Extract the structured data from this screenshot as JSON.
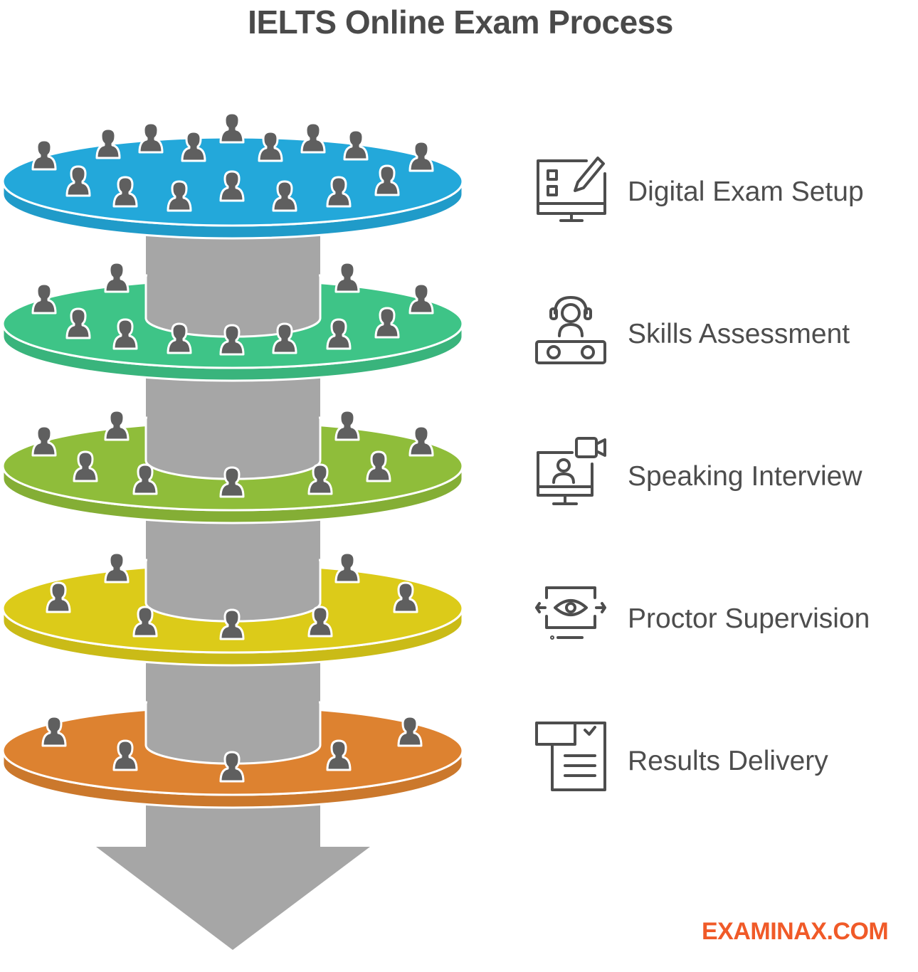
{
  "title": "IELTS Online Exam Process",
  "stages": [
    {
      "label": "Digital Exam Setup",
      "color": "#23a8da",
      "icon": "monitor-pen-icon"
    },
    {
      "label": "Skills Assessment",
      "color": "#3ec487",
      "icon": "headset-user-icon"
    },
    {
      "label": "Speaking Interview",
      "color": "#8fbd3a",
      "icon": "video-call-icon"
    },
    {
      "label": "Proctor Supervision",
      "color": "#dccb19",
      "icon": "eye-monitor-icon"
    },
    {
      "label": "Results Delivery",
      "color": "#dd8230",
      "icon": "document-check-icon"
    }
  ],
  "brand": {
    "text": "EXAMINAX.COM",
    "color": "#f05a28"
  },
  "colors": {
    "text": "#4d4d4d",
    "pipe": "#a6a6a6",
    "person": "#5f5f5f"
  }
}
